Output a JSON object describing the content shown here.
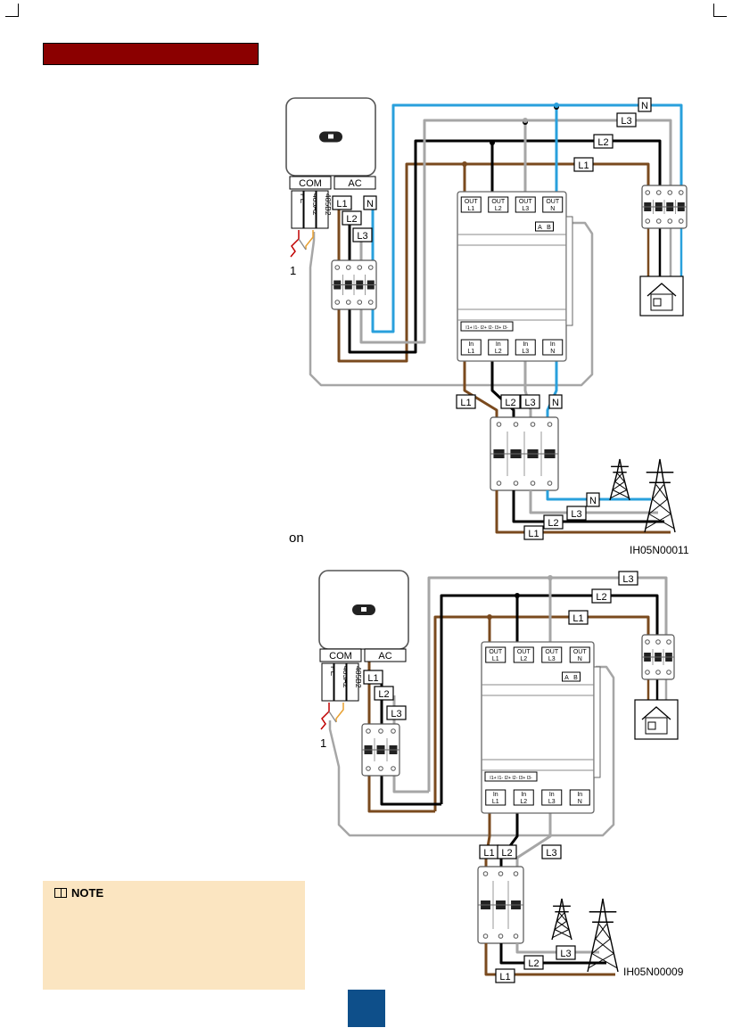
{
  "header": {
    "bar_color": "#8b0000"
  },
  "orphan_text": "on",
  "colors": {
    "brown": "#7a4a1e",
    "black": "#000000",
    "grey": "#a6a6a6",
    "blue": "#29a0dc",
    "red": "#c00000",
    "orange": "#e8a030"
  },
  "diagram_top": {
    "inverter": {
      "com_label": "COM",
      "ac_label": "AC",
      "com_terminals": [
        "PE",
        "485A2",
        "485B2"
      ],
      "callout": "1"
    },
    "ac_wire_labels": [
      "L1",
      "L2",
      "L3",
      "N"
    ],
    "bus_labels": [
      "N",
      "L3",
      "L2",
      "L1"
    ],
    "meter": {
      "out_terminals": [
        "OUT\nL1",
        "OUT\nL2",
        "OUT\nL3",
        "OUT\nN"
      ],
      "rs485": [
        "A",
        "B"
      ],
      "ct_row": "I1+ I1- I2+ I2- I3+ I3-",
      "in_terminals": [
        "In\nL1",
        "In\nL2",
        "In\nL3",
        "In\nN"
      ]
    },
    "grid_labels": [
      "L1",
      "L2",
      "L3",
      "N"
    ],
    "supply_labels": [
      "N",
      "L3",
      "L2",
      "L1"
    ],
    "figure_id": "IH05N00011"
  },
  "diagram_bottom": {
    "inverter": {
      "com_label": "COM",
      "ac_label": "AC",
      "com_terminals": [
        "PE",
        "485A2",
        "485B2"
      ],
      "callout": "1"
    },
    "ac_wire_labels": [
      "L1",
      "L2",
      "L3"
    ],
    "bus_labels": [
      "L3",
      "L2",
      "L1"
    ],
    "meter": {
      "out_terminals": [
        "OUT\nL1",
        "OUT\nL2",
        "OUT\nL3",
        "OUT\nN"
      ],
      "rs485": [
        "A",
        "B"
      ],
      "ct_row": "I1+ I1- I2+ I2- I3+ I3-",
      "in_terminals": [
        "In\nL1",
        "In\nL2",
        "In\nL3",
        "In\nN"
      ]
    },
    "grid_labels": [
      "L1",
      "L2",
      "L3"
    ],
    "supply_labels": [
      "L3",
      "L2",
      "L1"
    ],
    "figure_id": "IH05N00009"
  },
  "note": {
    "title": "NOTE"
  },
  "footer": {
    "page_box_color": "#0e4f8a"
  }
}
